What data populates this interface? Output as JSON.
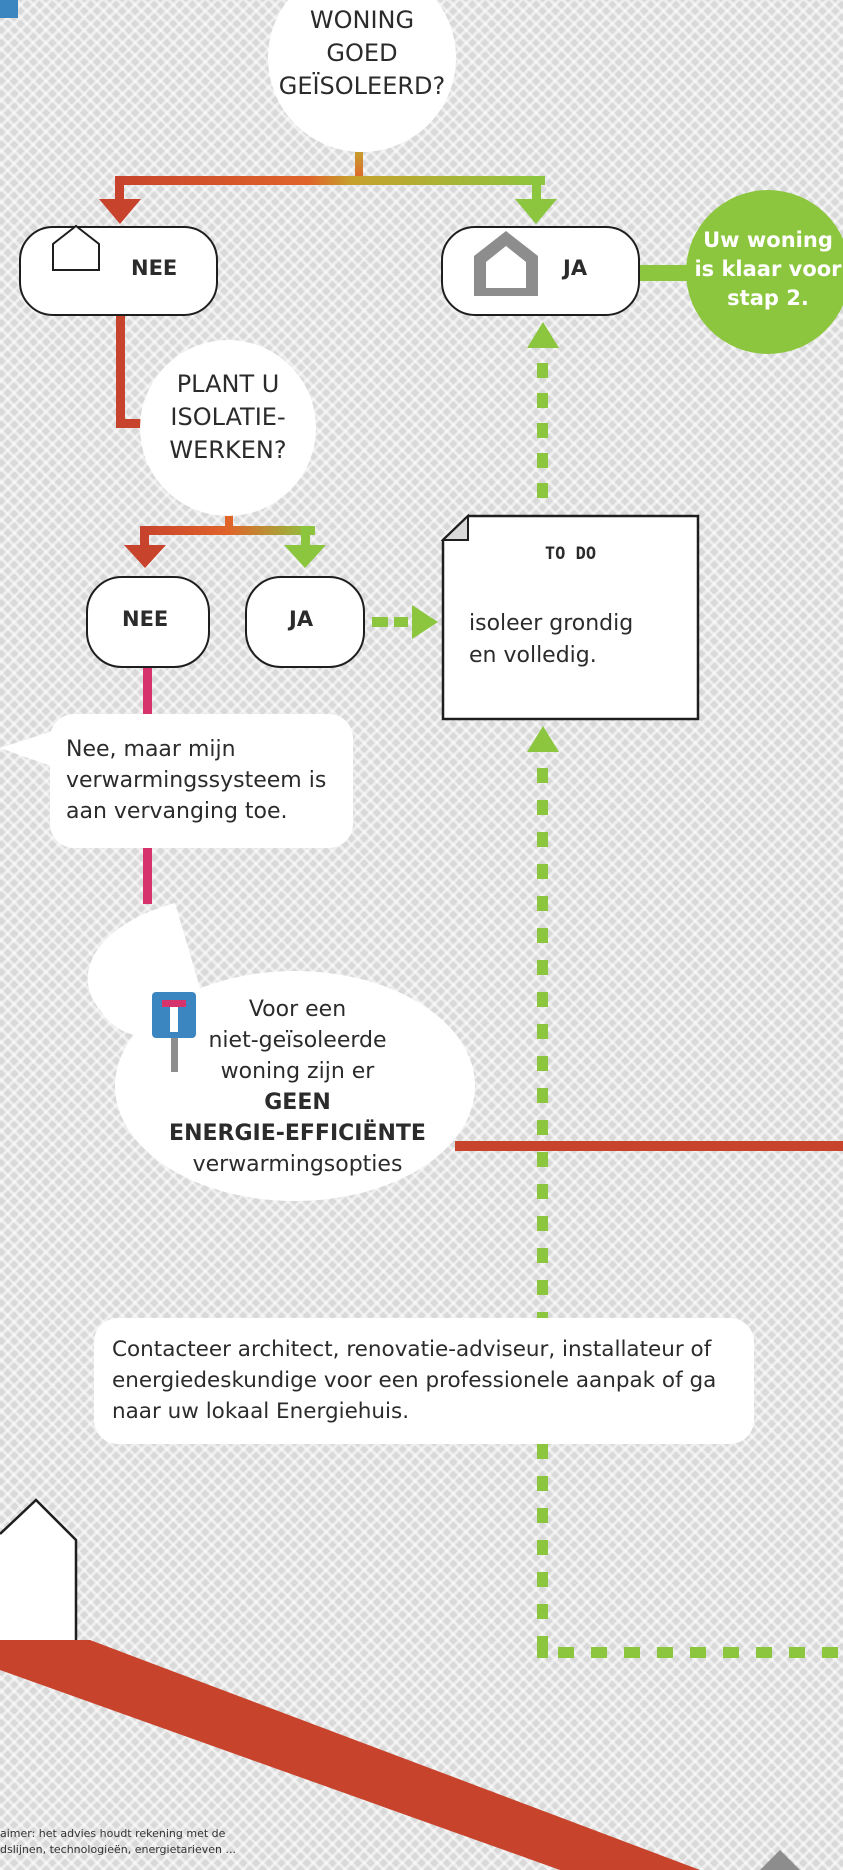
{
  "start_question": [
    "WONING",
    "GOED",
    "GEÏSOLEERD?"
  ],
  "nodes": {
    "nee_top": "NEE",
    "ja_top": "JA",
    "nee_mid": "NEE",
    "ja_mid": "JA"
  },
  "ready_circle": [
    "Uw woning",
    "is klaar voor",
    "stap 2."
  ],
  "plan_question": [
    "PLANT U",
    "ISOLATIE-",
    "WERKEN?"
  ],
  "todo": {
    "title": "TO DO",
    "body": [
      "isoleer grondig",
      "en volledig."
    ]
  },
  "heating_bubble": [
    "Nee, maar mijn",
    "verwarmingssysteem is",
    "aan vervanging toe."
  ],
  "warning": {
    "lines": [
      "Voor een",
      "niet-geïsoleerde",
      "woning zijn er"
    ],
    "bold": [
      "GEEN",
      "ENERGIE-EFFICIËNTE"
    ],
    "last": "verwarmingsopties"
  },
  "contact": [
    "Contacteer architect, renovatie-adviseur, installateur of",
    "energiedeskundige voor een professionele aanpak of ga",
    "naar uw lokaal Energiehuis."
  ],
  "disclaimer": [
    "aimer: het advies houdt rekening met de",
    "dslijnen, technologieën, energietarieven ..."
  ],
  "colors": {
    "red": "#c8432b",
    "orange": "#e0632a",
    "green": "#8cc63f",
    "pink": "#d6336c",
    "blue": "#3b86c1"
  },
  "icons": [
    "house-outline-icon",
    "house-outline-thick-icon",
    "dead-end-sign-icon",
    "document-icon"
  ]
}
